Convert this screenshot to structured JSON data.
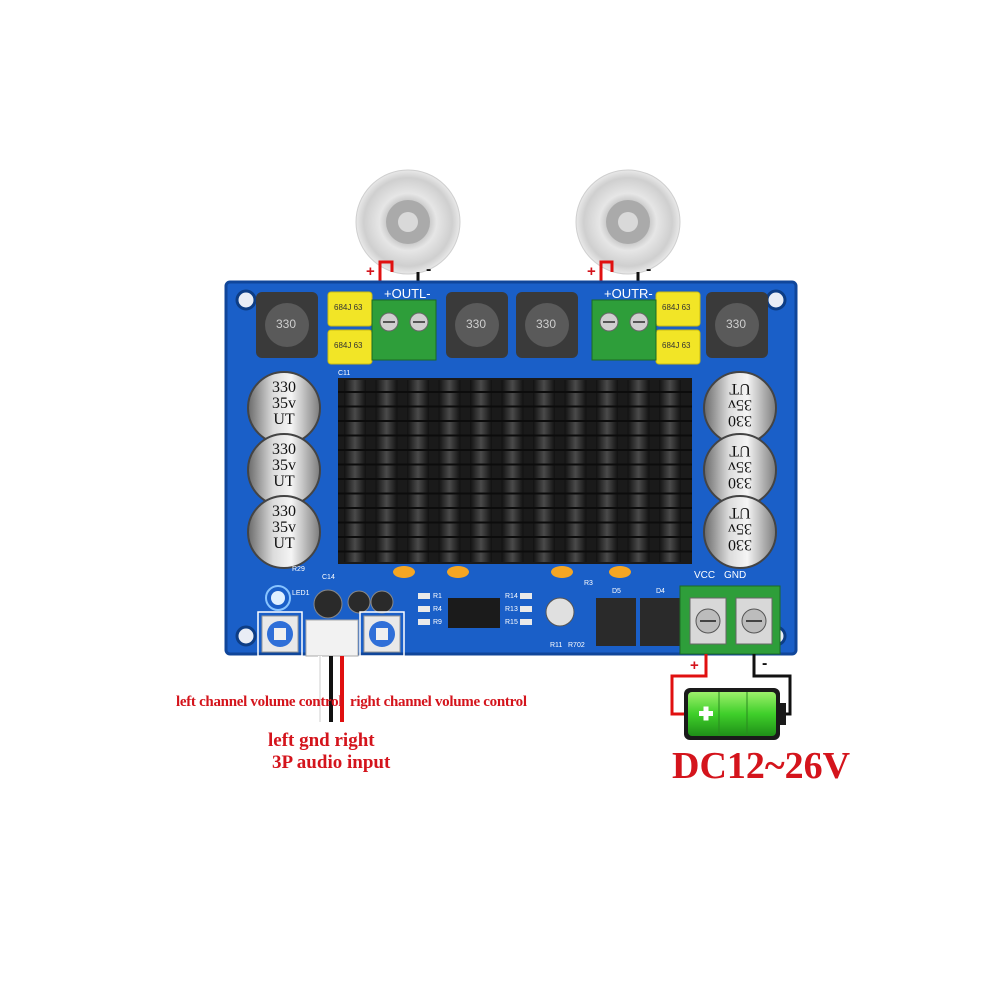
{
  "board": {
    "out_left_label": "+OUTL-",
    "out_right_label": "+OUTR-",
    "vcc_label": "VCC",
    "gnd_label": "GND",
    "plus_sign": "+",
    "minus_sign": "-",
    "inductor_text": "330",
    "film_cap_text_a": "684J 63",
    "film_cap_text_b": "684J 63",
    "electrolytic_lines": [
      "330",
      "35v",
      "UT"
    ],
    "ref_c11": "C11",
    "ref_c14": "C14",
    "ref_r29": "R29",
    "ref_led1": "LED1",
    "ref_r1": "R1",
    "ref_r4": "R4",
    "ref_r9": "R9",
    "ref_r14": "R14",
    "ref_r13": "R13",
    "ref_r15": "R15",
    "ref_r11": "R11",
    "ref_r702": "R702",
    "ref_r3": "R3",
    "ref_d5": "D5",
    "ref_d4": "D4"
  },
  "labels": {
    "left_volume": "left channel volume control",
    "right_volume": "right channel volume control",
    "audio_input_line1": "left gnd right",
    "audio_input_line2": "3P audio input",
    "power": "DC12~26V"
  },
  "colors": {
    "pcb": "#1a5fc8",
    "heatsink": "#2a2a2a",
    "terminal_green": "#2e9e3a",
    "label_red": "#d4141c",
    "battery_green": "#3fcf2a"
  }
}
